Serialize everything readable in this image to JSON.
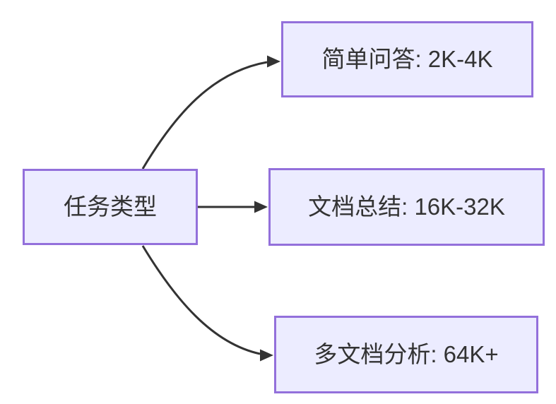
{
  "diagram": {
    "type": "flowchart",
    "root_node": {
      "label": "任务类型"
    },
    "branches": [
      {
        "label": "简单问答: 2K-4K"
      },
      {
        "label": "文档总结: 16K-32K"
      },
      {
        "label": "多文档分析: 64K+"
      }
    ],
    "colors": {
      "background": "#ffffff",
      "node_fill": "#ECECFF",
      "node_border": "#9370DB",
      "edge": "#333333",
      "text": "#333333"
    }
  }
}
